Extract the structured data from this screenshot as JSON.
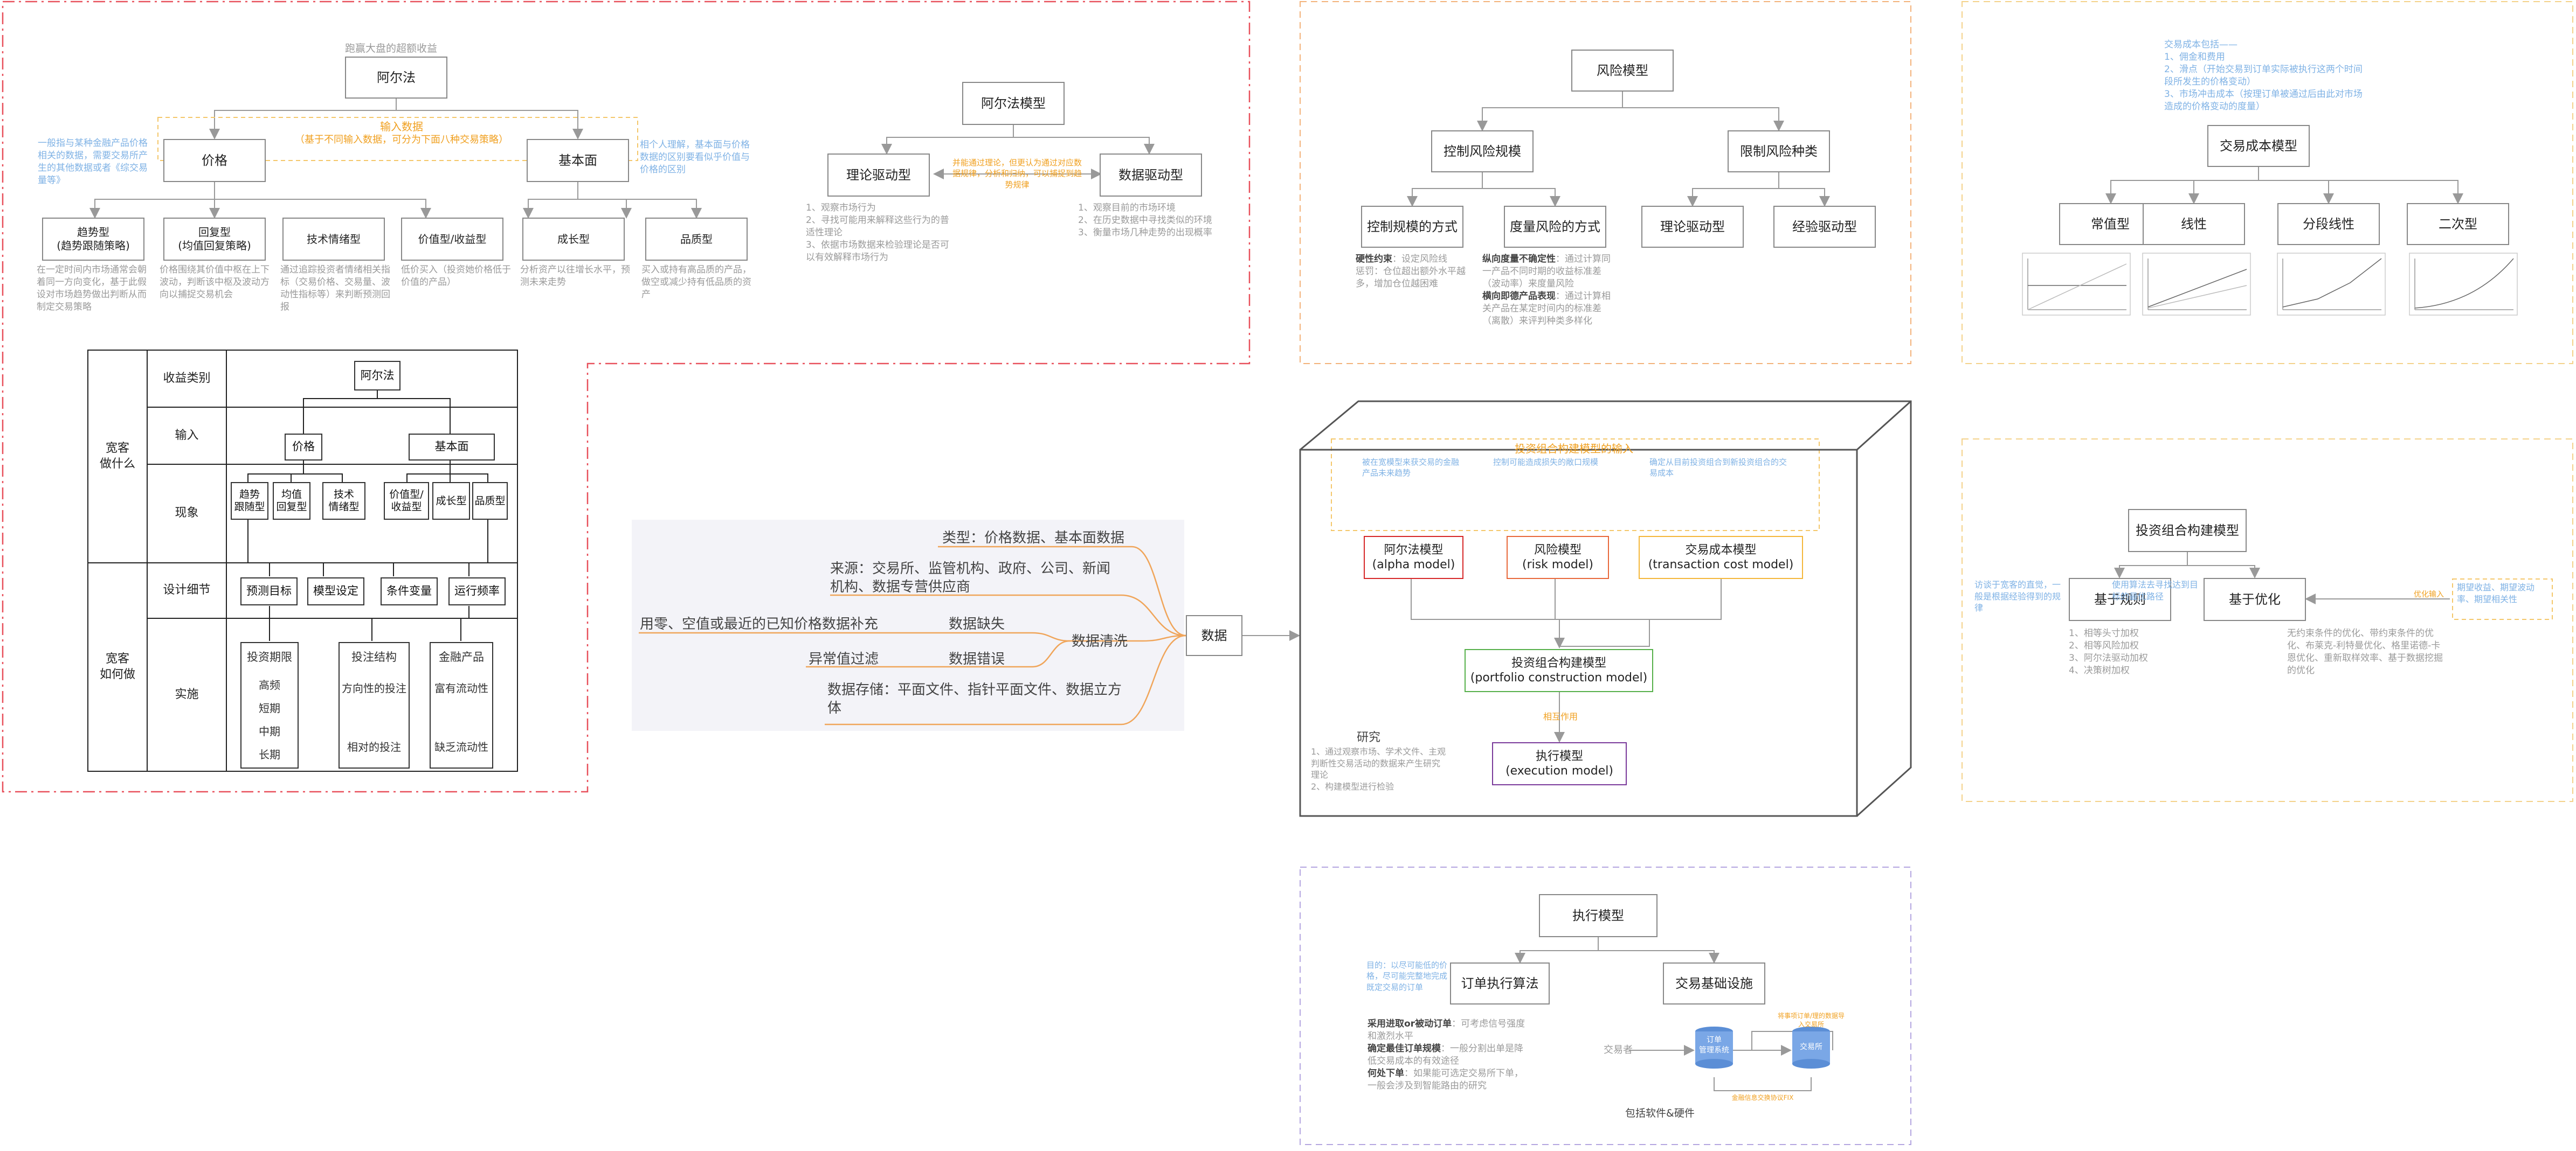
{
  "alpha_section": {
    "top_caption": "跑赢大盘的超额收益",
    "root": "阿尔法",
    "input_label": "输入数据",
    "input_sub": "（基于不同输入数据，可分为下面八种交易策略）",
    "price": "价格",
    "fundamental": "基本面",
    "price_note": "一般指与某种金融产品价格相关的数据，需要交易所产生的其他数据或者《综交易量等》",
    "fundamental_note": "相个人理解，基本面与价格数据的区别要看似乎价值与价格的区别",
    "strategies": [
      {
        "label": "趋势型\n(趋势跟随策略)",
        "note": "在一定时间内市场通常会朝着同一方向变化，基于此假设对市场趋势做出判断从而制定交易策略"
      },
      {
        "label": "回复型\n(均值回复策略)",
        "note": "价格围绕其价值中枢在上下波动，判断该中枢及波动方向以捕捉交易机会"
      },
      {
        "label": "技术情绪型",
        "note": "通过追踪投资者情绪相关指标（交易价格、交易量、波动性指标等）来判断预测回报"
      },
      {
        "label": "价值型/收益型",
        "note": "低价买入（投资她价格低于价值的产品）"
      },
      {
        "label": "成长型",
        "note": "分析资产以往增长水平，预测未来走势"
      },
      {
        "label": "品质型",
        "note": "买入或持有高品质的产品，做空或减少持有低品质的资产"
      }
    ]
  },
  "alpha_model": {
    "root": "阿尔法模型",
    "theory": "理论驱动型",
    "data": "数据驱动型",
    "middle_note": "并能通过理论，但更认为通过对应数据规律，分析和归纳，可以捕捉到趋势规律",
    "theory_note": "1、观察市场行为\n2、寻找可能用来解释这些行为的普适性理论\n3、依据市场数据来检验理论是否可以有效解释市场行为",
    "data_note": "1、观察目前的市场环境\n2、在历史数据中寻找类似的环境\n3、衡量市场几种走势的出现概率"
  },
  "table": {
    "row_groups": [
      "宽客\n做什么",
      "宽客\n如何做"
    ],
    "row_labels": [
      "收益类别",
      "输入",
      "现象",
      "设计细节",
      "实施"
    ],
    "root": "阿尔法",
    "inputs": [
      "价格",
      "基本面"
    ],
    "phenomena": [
      "趋势\n跟随型",
      "均值\n回复型",
      "技术\n情绪型",
      "价值型/\n收益型",
      "成长型",
      "品质型"
    ],
    "details": [
      "预测目标",
      "模型设定",
      "条件变量",
      "运行频率"
    ],
    "impl_cols": [
      {
        "title": "投资期限",
        "items": [
          "高频",
          "短期",
          "中期",
          "长期"
        ]
      },
      {
        "title": "投注结构",
        "items": [
          "方向性的投注",
          "相对的投注"
        ]
      },
      {
        "title": "金融产品",
        "items": [
          "富有流动性",
          "缺乏流动性"
        ]
      }
    ]
  },
  "data_mindmap": {
    "center": "数据",
    "type": "类型：价格数据、基本面数据",
    "source": "来源：交易所、监管机构、政府、公司、新闻机构、数据专营供应商",
    "cleaning": "数据清洗",
    "missing": "数据缺失",
    "missing_fix": "用零、空值或最近的已知价格数据补充",
    "error": "数据错误",
    "error_fix": "异常值过滤",
    "storage": "数据存储：平面文件、指针平面文件、数据立方体"
  },
  "risk_model": {
    "root": "风险模型",
    "control_size": "控制风险规模",
    "limit_type": "限制风险种类",
    "control_way": "控制规模的方式",
    "measure_way": "度量风险的方式",
    "theory": "理论驱动型",
    "experience": "经验驱动型",
    "control_note_title": "硬性约束",
    "control_note": "：设定风险线\n惩罚：仓位超出额外水平越多，增加仓位越困难",
    "measure_note_title1": "纵向度量不确定性",
    "measure_note1": "：通过计算同一产品不同时期的收益标准差（波动率）来度量风险",
    "measure_note_title2": "横向即德产品表现",
    "measure_note2": "：通过计算相关产品在某定时间内的标准差（离散）来评判种类多样化"
  },
  "tc_model": {
    "intro": "交易成本包括——\n1、佣金和费用\n2、滑点（开始交易到订单实际被执行这两个时间段所发生的价格变动）\n3、市场冲击成本（按理订单被通过后由此对市场造成的价格变动的度量）",
    "root": "交易成本模型",
    "types": [
      "常值型",
      "线性",
      "分段线性",
      "二次型"
    ]
  },
  "portfolio_cube": {
    "input_label": "投资组合构建模型的输入",
    "alpha_note": "被在宽模型来获交易的金融产品未来趋势",
    "risk_note": "控制可能造成损失的敞口规模",
    "tc_note": "确定从目前投资组合到新投资组合的交易成本",
    "alpha": "阿尔法模型\n(alpha model)",
    "risk": "风险模型\n(risk model)",
    "tc": "交易成本模型\n(transaction cost model)",
    "pcm": "投资组合构建模型\n(portfolio construction model)",
    "help": "相互作用",
    "exec": "执行模型\n(execution model)",
    "research_title": "研究",
    "research_note": "1、通过观察市场、学术文件、主观判断性交易活动的数据来产生研究理论\n2、构建模型进行检验"
  },
  "pcm_section": {
    "root": "投资组合构建模型",
    "rules": "基于规则",
    "optimize": "基于优化",
    "rules_note_left": "访谈于宽客的直觉，一般是根据经验得到的规律",
    "opt_note_left": "使用算法去寻找达到目标的最优路径",
    "opt_input": "优化输入",
    "opt_input_box": "期望收益、期望波动率、期望相关性",
    "rules_list": "1、相等头寸加权\n2、相等风险加权\n3、阿尔法驱动加权\n4、决策树加权",
    "opt_list": "无约束条件的优化、带约束条件的优化、布莱克-利特曼优化、格里诺德-卡恩优化、重新取样效率、基于数据挖掘的优化"
  },
  "exec_section": {
    "root": "执行模型",
    "algo": "订单执行算法",
    "infra": "交易基础设施",
    "goal_note": "目的：以尽可能低的价格，尽可能完整地完成既定交易的订单",
    "algo_note_t1": "采用进取or被动订单",
    "algo_note_1": "：可考虑信号强度和激烈水平",
    "algo_note_t2": "确定最佳订单规模",
    "algo_note_2": "：一般分割出单是降低交易成本的有效途径",
    "algo_note_t3": "何处下单",
    "algo_note_3": "：如果能可选定交易所下单，一般会涉及到智能路由的研究",
    "trader": "交易者",
    "oms": "订单\n管理系统",
    "exchange": "交易所",
    "fix_note": "将事项订单/理的数据导入交易所",
    "fix_note2": "金融信息交换协议FIX",
    "software": "包括软件&硬件"
  }
}
